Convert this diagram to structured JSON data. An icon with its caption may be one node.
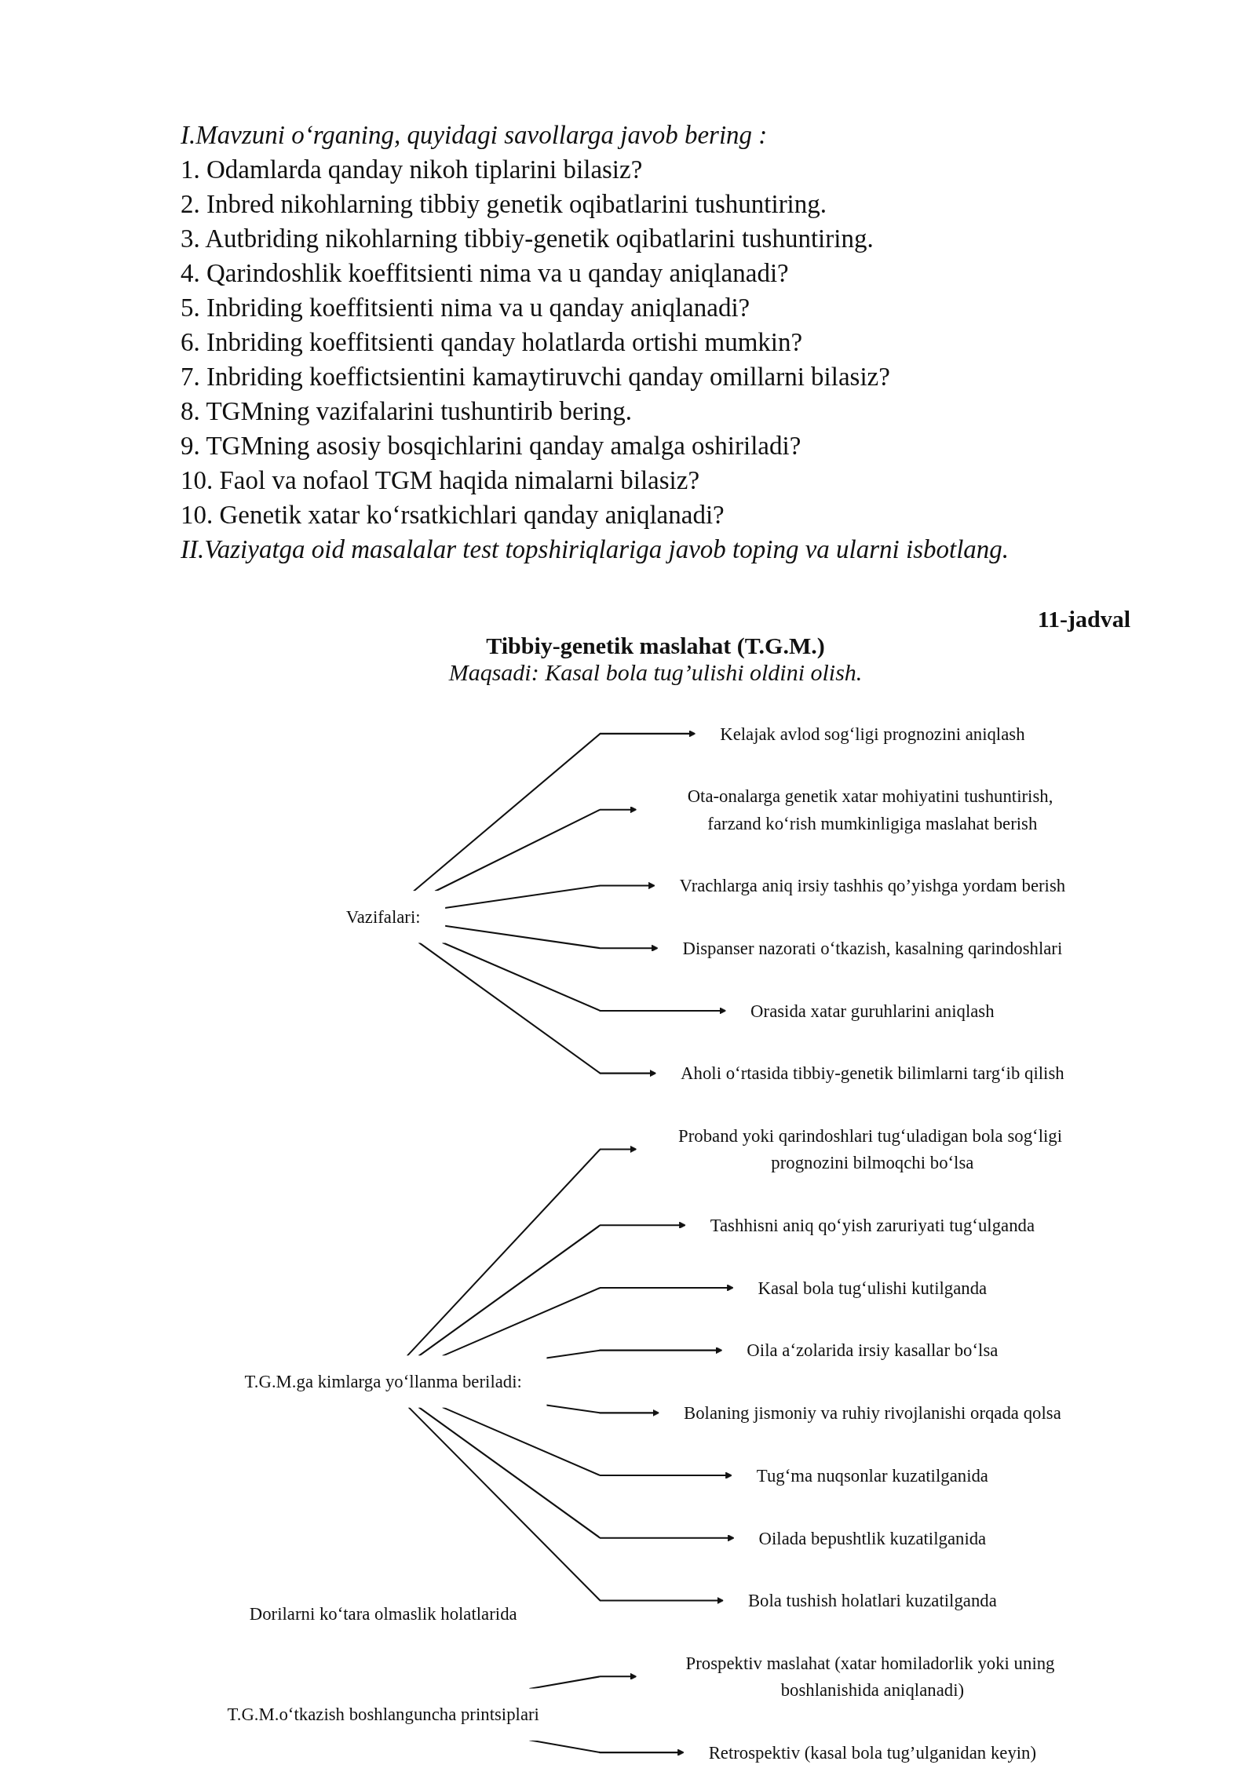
{
  "diagram": {
    "title": "Tibbiy-genetik maslahat (T.G.M.)",
    "nodes": [
      {
        "text": [
          "Vazifalari:"
        ]
      },
      {
        "text": [
          "Kelajak avlod sog‘ligi prognozini aniqlash"
        ]
      },
      {
        "text": [
          "Ota-onalarga genetik xatar mohiyatini tushuntirish, farzand ko‘rish mumkinligiga maslahat berish"
        ]
      },
      {
        "text": [
          "Vrachlarga aniq irsiy tashhis qo’yishga yordam berish"
        ]
      },
      {
        "text": [
          "Dispanser nazorati o‘tkazish, kasalning qarindoshlari"
        ]
      },
      {
        "text": [
          "Orasida xatar guruhlarini aniqlash"
        ]
      },
      {
        "text": [
          "Aholi o‘rtasida tibbiy-genetik bilimlarni targ‘ib qilish"
        ]
      },
      {
        "text": [
          "T.G.M.ga kimlarga yo‘llanma beriladi:"
        ]
      },
      {
        "text": [
          "Proband yoki qarindoshlari tug‘uladigan bola sog‘ligi prognozini bilmoqchi bo‘lsa"
        ]
      },
      {
        "text": [
          "Tashhisni aniq qo‘yish zaruriyati tug‘ulganda"
        ]
      },
      {
        "text": [
          "Kasal bola tug‘ulishi kutilganda"
        ]
      },
      {
        "text": [
          "Oila a‘zolarida irsiy kasallar bo‘lsa"
        ]
      },
      {
        "text": [
          "Bolaning jismoniy va ruhiy rivojlanishi orqada qolsa"
        ]
      },
      {
        "text": [
          "Tug‘ma nuqsonlar kuzatilganida"
        ]
      },
      {
        "text": [
          "Oilada bepushtlik kuzatilganida"
        ]
      },
      {
        "text": [
          "Bola tushish holatlari kuzatilganda"
        ]
      },
      {
        "text": [
          "Dorilarni ko‘tara olmaslik holatlarida"
        ]
      },
      {
        "text": [
          "T.G.M.o‘tkazish boshlanguncha printsiplari"
        ]
      },
      {
        "text": [
          "Prospektiv maslahat (xatar homiladorlik yoki uning boshlanishida aniqlanadi)"
        ]
      },
      {
        "text": [
          "Retrospektiv (kasal bola tug’ulganidan keyin)"
        ]
      }
    ],
    "edges": [
      {
        "from": 0,
        "to": 1,
        "arrow": "to"
      },
      {
        "from": 0,
        "to": 2,
        "arrow": "to"
      },
      {
        "from": 0,
        "to": 3,
        "arrow": "to"
      },
      {
        "from": 0,
        "to": 4,
        "arrow": "to"
      },
      {
        "from": 0,
        "to": 5,
        "arrow": "to"
      },
      {
        "from": 0,
        "to": 6,
        "arrow": "to"
      },
      {
        "from": 7,
        "to": 8,
        "arrow": "to"
      },
      {
        "from": 7,
        "to": 9,
        "arrow": "to"
      },
      {
        "from": 7,
        "to": 10,
        "arrow": "to"
      },
      {
        "from": 7,
        "to": 11,
        "arrow": "to"
      },
      {
        "from": 7,
        "to": 12,
        "arrow": "to"
      },
      {
        "from": 7,
        "to": 13,
        "arrow": "to"
      },
      {
        "from": 7,
        "to": 14,
        "arrow": "to"
      },
      {
        "from": 7,
        "to": 15,
        "arrow": "to"
      },
      {
        "from": 17,
        "to": 18,
        "arrow": "to"
      },
      {
        "from": 17,
        "to": 19,
        "arrow": "to"
      }
    ],
    "labels": [
      "I.Mavzuni o‘rganing, quyidagi savollarga javob bering :",
      "1. Odamlarda qanday nikoh tiplarini bilasiz?",
      "2. Inbred nikohlarning tibbiy genetik oqibatlarini tushuntiring.",
      "3. Autbriding nikohlarning tibbiy-genetik oqibatlarini tushuntiring.",
      "4. Qarindoshlik koeffitsienti nima va u qanday aniqlanadi?",
      "5. Inbriding koeffitsienti nima va u qanday aniqlanadi?",
      "6. Inbriding koeffitsienti qanday holatlarda ortishi mumkin?",
      "7. Inbriding koeffictsientini kamaytiruvchi qanday omillarni bilasiz?",
      "8. TGMning vazifalarini tushuntirib bering.",
      "9. TGMning asosiy bosqichlarini qanday amalga oshiriladi?",
      "10. Faol va nofaol TGM haqida nimalarni bilasiz?",
      "10. Genetik xatar ko‘rsatkichlari qanday aniqlanadi?",
      "II.Vaziyatga oid masalalar test topshiriqlariga javob toping va ularni isbotlang.",
      "11-jadval",
      "Maqsadi: Kasal bola tug’ulishi oldini olish."
    ]
  }
}
